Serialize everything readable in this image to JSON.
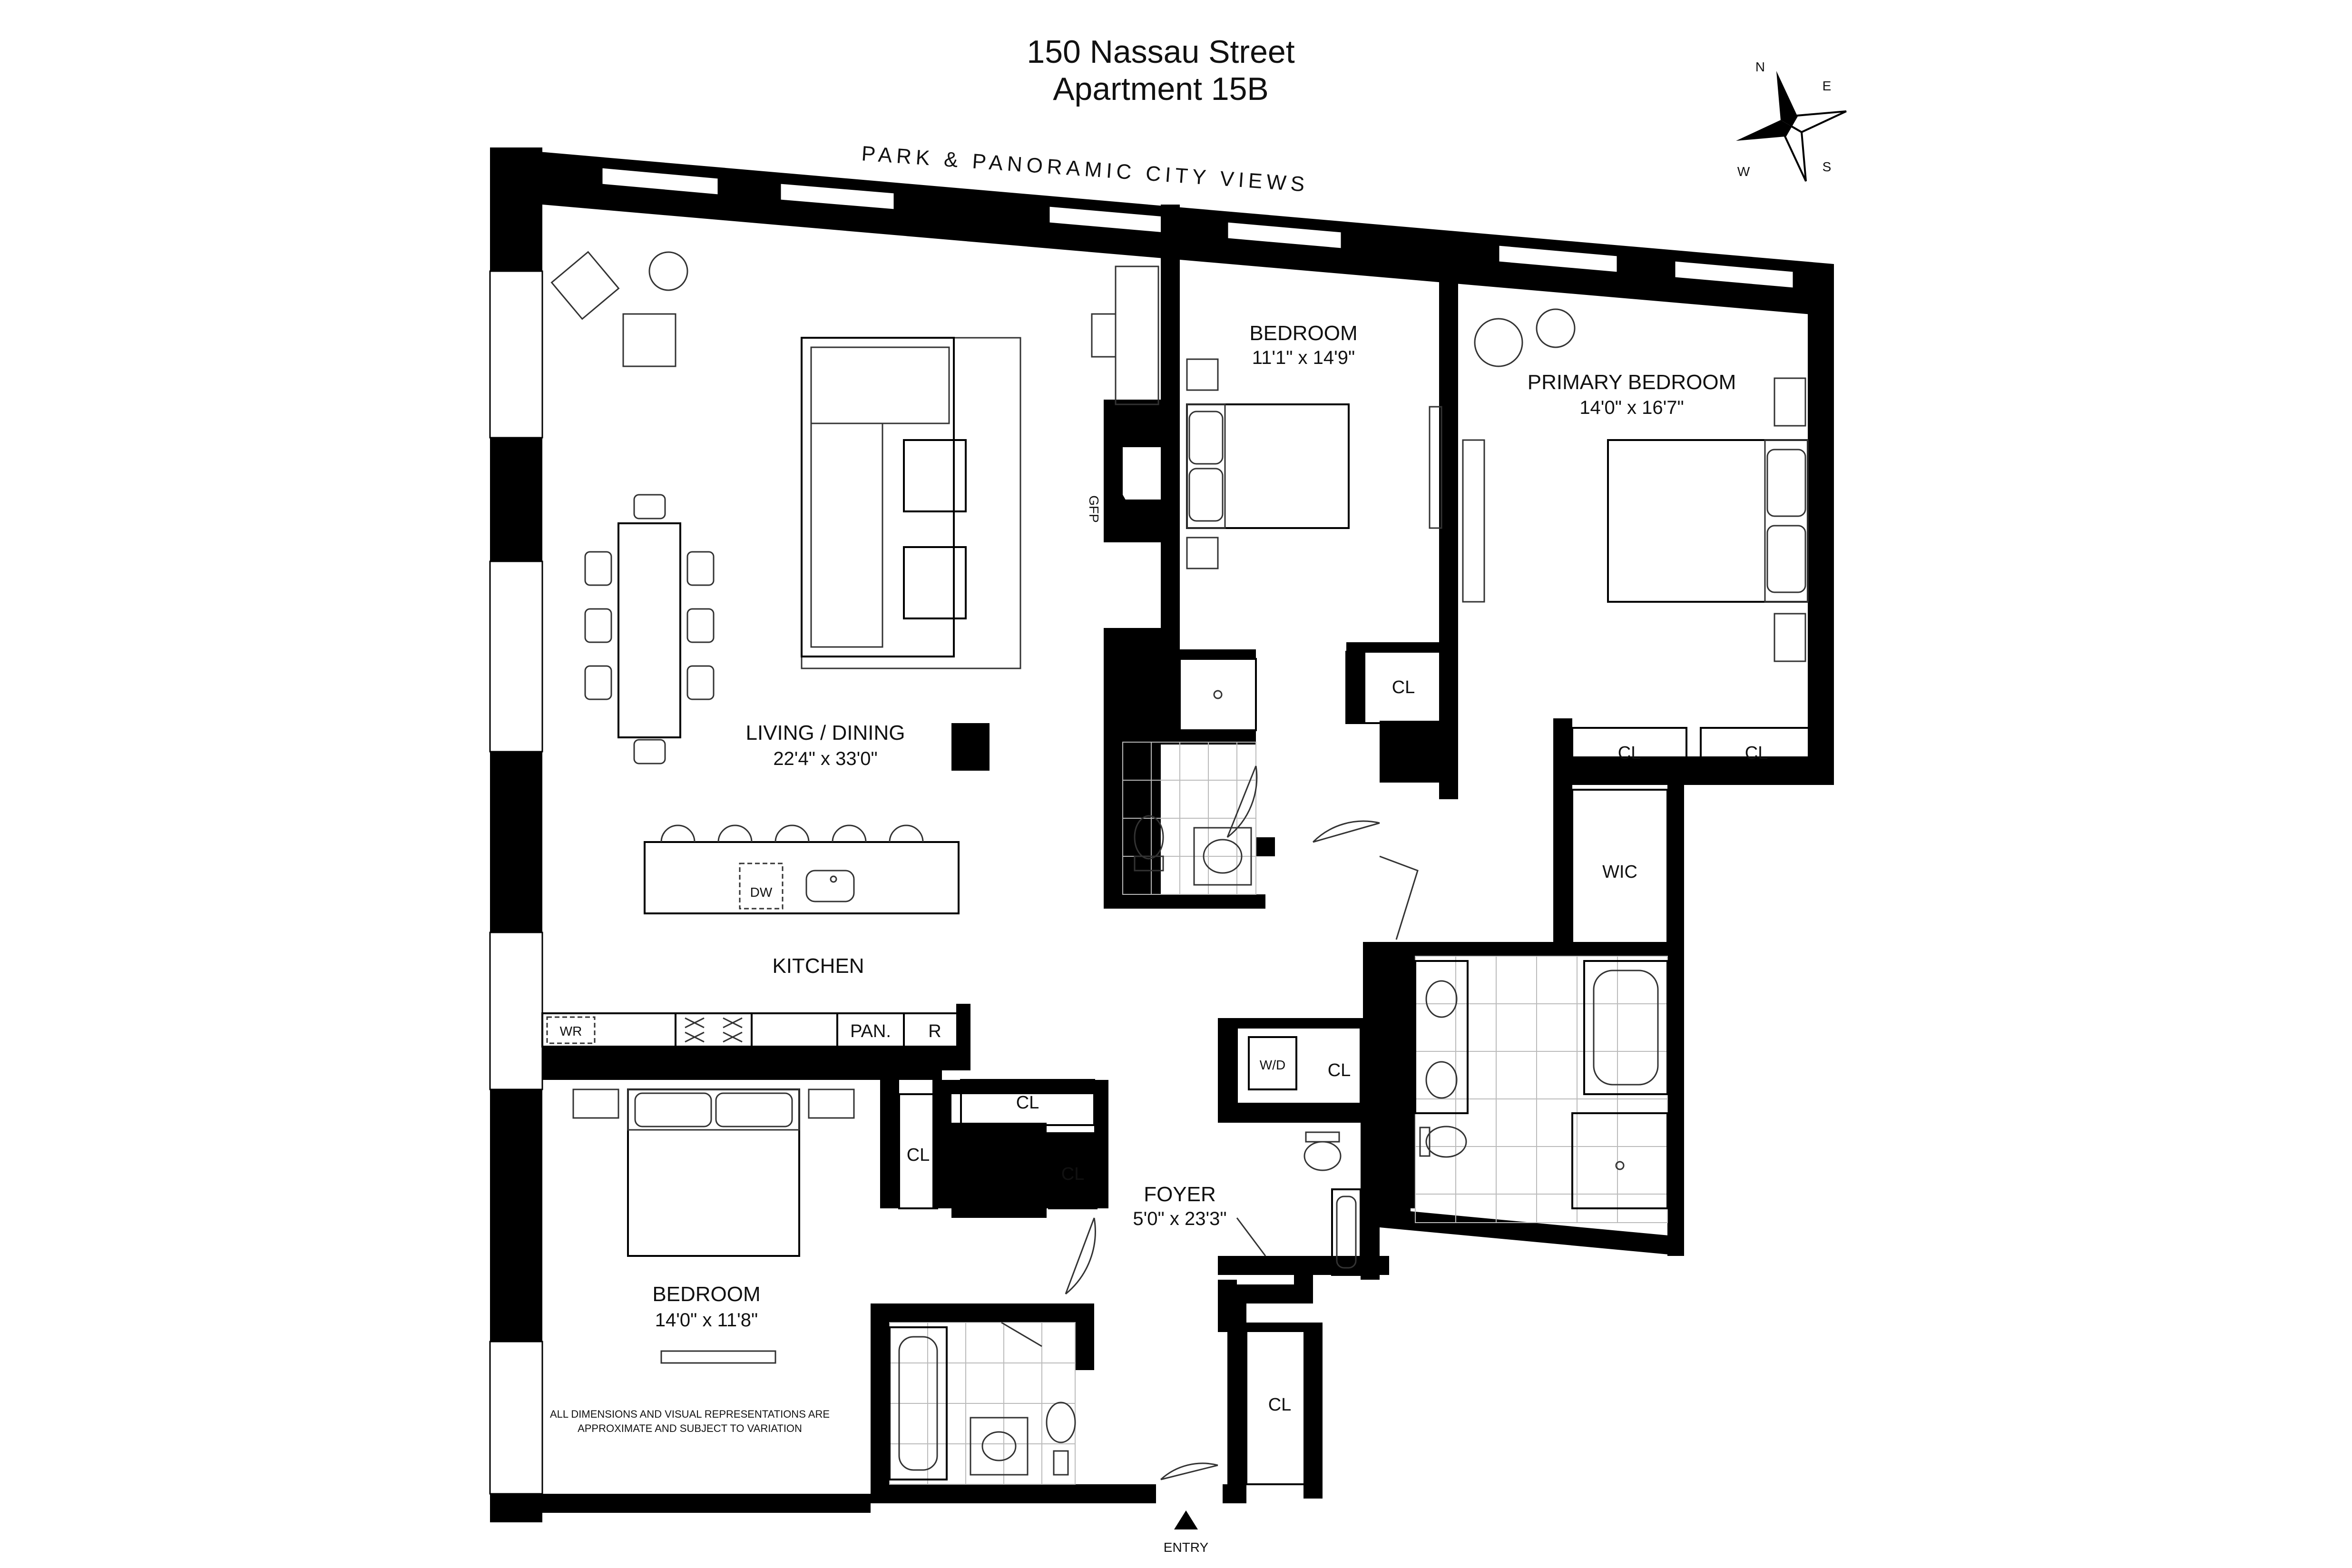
{
  "header": {
    "address": "150 Nassau Street",
    "unit": "Apartment 15B"
  },
  "compass": {
    "n": "N",
    "e": "E",
    "s": "S",
    "w": "W"
  },
  "views_label": "PARK & PANORAMIC CITY VIEWS",
  "rooms": {
    "living": {
      "name": "LIVING / DINING",
      "dim": "22'4\" x 33'0\""
    },
    "bedroom_north": {
      "name": "BEDROOM",
      "dim": "11'1\" x 14'9\""
    },
    "primary": {
      "name": "PRIMARY BEDROOM",
      "dim": "14'0\" x 16'7\""
    },
    "kitchen": {
      "name": "KITCHEN"
    },
    "bedroom_south": {
      "name": "BEDROOM",
      "dim": "14'0\" x 11'8\""
    },
    "foyer": {
      "name": "FOYER",
      "dim": "5'0\" x 23'3\""
    },
    "wic": {
      "name": "WIC"
    }
  },
  "fixtures": {
    "gfp": "GFP",
    "dw": "DW",
    "wr": "WR",
    "pan": "PAN.",
    "r": "R",
    "wd": "W/D",
    "cl": "CL"
  },
  "entry": "ENTRY",
  "disclaimer": {
    "line1": "ALL DIMENSIONS AND VISUAL REPRESENTATIONS ARE",
    "line2": "APPROXIMATE AND SUBJECT TO VARIATION"
  }
}
